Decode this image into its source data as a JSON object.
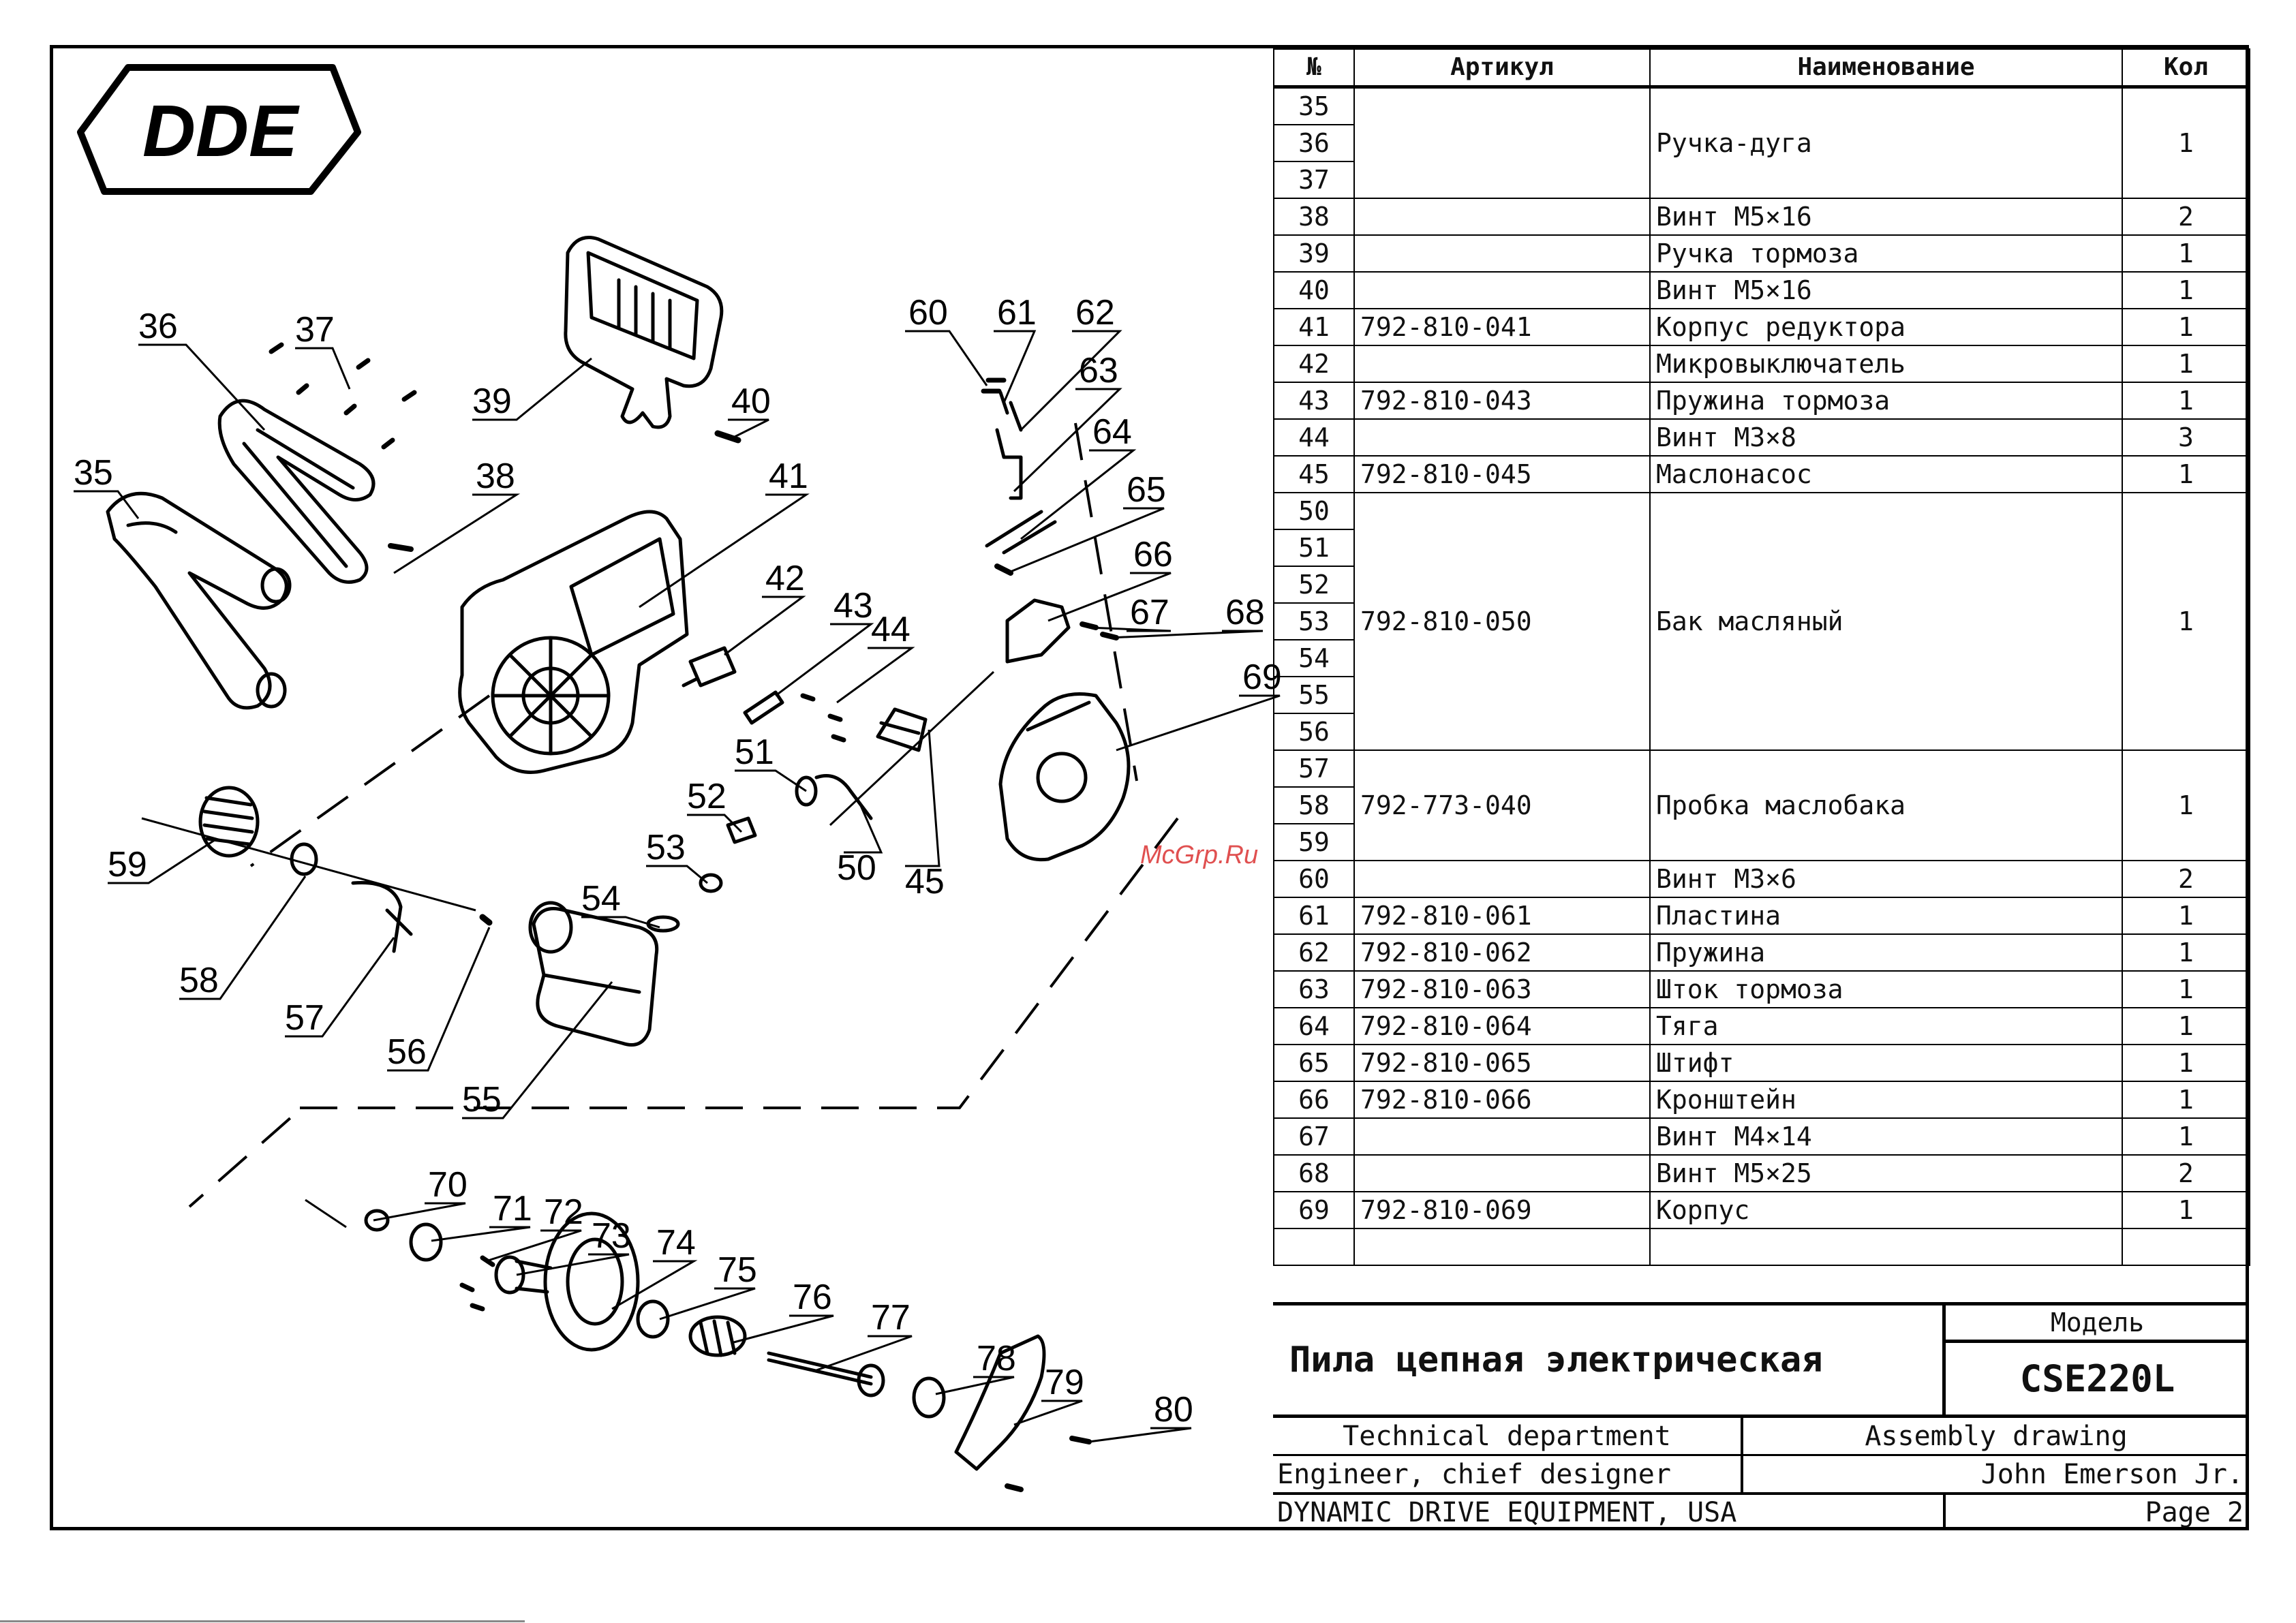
{
  "brand": {
    "logo_text": "DDE"
  },
  "watermark": "McGrp.Ru",
  "table": {
    "headers": {
      "no": "№",
      "article": "Артикул",
      "name": "Наименование",
      "qty": "Кол"
    },
    "rows": [
      {
        "nos": [
          "35",
          "36",
          "37"
        ],
        "article": "",
        "name": "Ручка-дуга",
        "qty": "1"
      },
      {
        "nos": [
          "38"
        ],
        "article": "",
        "name": "Винт М5×16",
        "qty": "2"
      },
      {
        "nos": [
          "39"
        ],
        "article": "",
        "name": "Ручка тормоза",
        "qty": "1"
      },
      {
        "nos": [
          "40"
        ],
        "article": "",
        "name": "Винт М5×16",
        "qty": "1"
      },
      {
        "nos": [
          "41"
        ],
        "article": "792-810-041",
        "name": "Корпус редуктора",
        "qty": "1"
      },
      {
        "nos": [
          "42"
        ],
        "article": "",
        "name": "Микровыключатель",
        "qty": "1"
      },
      {
        "nos": [
          "43"
        ],
        "article": "792-810-043",
        "name": "Пружина тормоза",
        "qty": "1"
      },
      {
        "nos": [
          "44"
        ],
        "article": "",
        "name": "Винт М3×8",
        "qty": "3"
      },
      {
        "nos": [
          "45"
        ],
        "article": "792-810-045",
        "name": "Маслонасос",
        "qty": "1"
      },
      {
        "nos": [
          "50",
          "51",
          "52",
          "53",
          "54",
          "55",
          "56"
        ],
        "article": "792-810-050",
        "name": "Бак масляный",
        "qty": "1"
      },
      {
        "nos": [
          "57",
          "58",
          "59"
        ],
        "article": "792-773-040",
        "name": "Пробка маслобака",
        "qty": "1"
      },
      {
        "nos": [
          "60"
        ],
        "article": "",
        "name": "Винт М3×6",
        "qty": "2"
      },
      {
        "nos": [
          "61"
        ],
        "article": "792-810-061",
        "name": "Пластина",
        "qty": "1"
      },
      {
        "nos": [
          "62"
        ],
        "article": "792-810-062",
        "name": "Пружина",
        "qty": "1"
      },
      {
        "nos": [
          "63"
        ],
        "article": "792-810-063",
        "name": "Шток тормоза",
        "qty": "1"
      },
      {
        "nos": [
          "64"
        ],
        "article": "792-810-064",
        "name": "Тяга",
        "qty": "1"
      },
      {
        "nos": [
          "65"
        ],
        "article": "792-810-065",
        "name": "Штифт",
        "qty": "1"
      },
      {
        "nos": [
          "66"
        ],
        "article": "792-810-066",
        "name": "Кронштейн",
        "qty": "1"
      },
      {
        "nos": [
          "67"
        ],
        "article": "",
        "name": "Винт М4×14",
        "qty": "1"
      },
      {
        "nos": [
          "68"
        ],
        "article": "",
        "name": "Винт М5×25",
        "qty": "2"
      },
      {
        "nos": [
          "69"
        ],
        "article": "792-810-069",
        "name": "Корпус",
        "qty": "1"
      }
    ]
  },
  "title_block": {
    "product_name": "Пила цепная электрическая",
    "model_label": "Модель",
    "model": "CSE220L",
    "department": "Technical department",
    "drawing_type": "Assembly drawing",
    "role": "Engineer, chief designer",
    "person": "John Emerson Jr.",
    "company": "DYNAMIC DRIVE EQUIPMENT, USA",
    "page": "Page 2"
  },
  "callouts": [
    "35",
    "36",
    "37",
    "38",
    "39",
    "40",
    "41",
    "42",
    "43",
    "44",
    "45",
    "50",
    "51",
    "52",
    "53",
    "54",
    "55",
    "56",
    "57",
    "58",
    "59",
    "60",
    "61",
    "62",
    "63",
    "64",
    "65",
    "66",
    "67",
    "68",
    "69",
    "70",
    "71",
    "72",
    "73",
    "74",
    "75",
    "76",
    "77",
    "78",
    "79",
    "80"
  ]
}
